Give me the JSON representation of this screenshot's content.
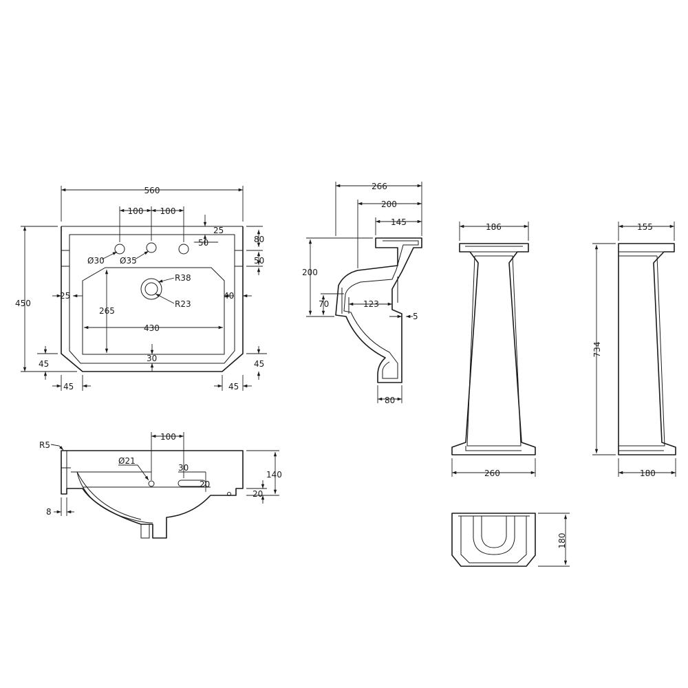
{
  "dimensions": {
    "basin_width": "560",
    "tap_spacing_left": "100",
    "tap_spacing_right": "100",
    "top_edge_to_tap": "25",
    "tap_offset": "50",
    "rim_depth": "80",
    "rim_depth_lower": "50",
    "overall_depth": "450",
    "tap_hole_left": "Ø30",
    "tap_hole_centre": "Ø35",
    "waste_outer_radius": "R38",
    "waste_inner_radius": "R23",
    "bowl_left_margin": "25",
    "bowl_right_margin": "40",
    "bowl_depth": "265",
    "bowl_width": "430",
    "front_lip": "30",
    "corner_left_vertical": "45",
    "corner_right_vertical": "45",
    "corner_left_horizontal": "45",
    "corner_right_horizontal": "45",
    "side_total_depth": "266",
    "side_mid_depth": "200",
    "side_top_depth": "145",
    "side_height": "200",
    "side_waste_height": "70",
    "side_waste_length": "123",
    "side_wall": "5",
    "side_foot": "80",
    "front_radius": "R5",
    "front_overflow_offset": "100",
    "front_overflow_diameter": "Ø21",
    "front_slot_width": "30",
    "front_slot_height": "20",
    "front_height": "140",
    "front_lower_rim": "20",
    "front_foot": "8",
    "pedestal_top_width": "186",
    "pedestal_base_width": "260",
    "pedestal_side_top": "155",
    "pedestal_height": "734",
    "pedestal_side_base": "180",
    "pedestal_plan_depth": "180"
  }
}
